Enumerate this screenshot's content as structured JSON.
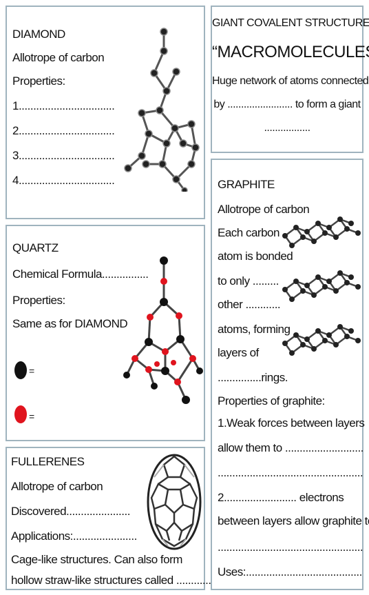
{
  "diamond": {
    "title": "DIAMOND",
    "line1": "Allotrope of carbon",
    "line2": "Properties:",
    "p1": "1.................................",
    "p2": "2.................................",
    "p3": "3.................................",
    "p4": "4................................."
  },
  "giant": {
    "title": "GIANT COVALENT STRUCTURES",
    "subtitle": "“MACROMOLECULES”",
    "line1": "Huge network of atoms connected",
    "line2": "by ........................ to form a giant",
    "line3": "................."
  },
  "quartz": {
    "title": "QUARTZ",
    "line1": "Chemical Formula................",
    "line2": "Properties:",
    "line3": "Same as for DIAMOND",
    "legend_black": "=",
    "legend_red": "=",
    "colors": {
      "black": "#111111",
      "red": "#e0141e"
    }
  },
  "graphite": {
    "title": "GRAPHITE",
    "l1": "Allotrope of carbon",
    "l2": "Each carbon",
    "l3": "atom is bonded",
    "l4": "to only .........",
    "l5": "other ............",
    "l6": "atoms, forming",
    "l7": "layers of",
    "l8": "...............rings.",
    "l9": "Properties of graphite:",
    "l10": "1.Weak forces between layers",
    "l11": "allow them to ...........................",
    "l12": "..................................................",
    "l13": "2......................... electrons",
    "l14": "between layers allow graphite to",
    "l15": "..................................................",
    "l16": "Uses:........................................"
  },
  "fullerenes": {
    "title": "FULLERENES",
    "l1": "Allotrope of carbon",
    "l2": "Discovered......................",
    "l3": "Applications:......................",
    "l4": "Cage-like structures. Can also form",
    "l5": "hollow straw-like structures called ................."
  }
}
